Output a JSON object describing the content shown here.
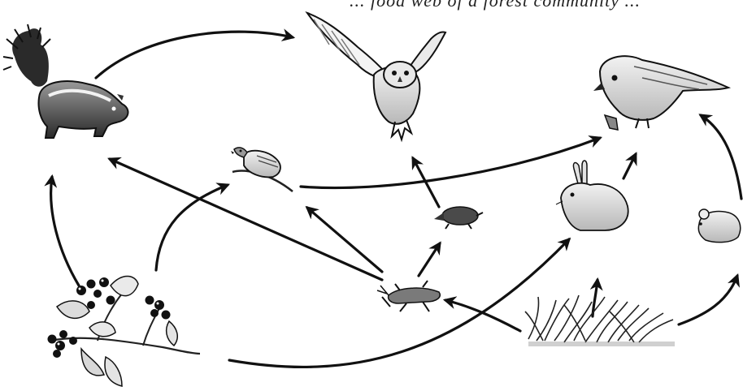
{
  "diagram": {
    "type": "food-web",
    "header_fragment": "... food web of a forest community ...",
    "organisms": [
      {
        "id": "skunk",
        "icon": "skunk-icon"
      },
      {
        "id": "owl",
        "icon": "owl-icon"
      },
      {
        "id": "hawk",
        "icon": "hawk-icon"
      },
      {
        "id": "sparrow",
        "icon": "sparrow-icon"
      },
      {
        "id": "mole",
        "icon": "mole-icon"
      },
      {
        "id": "rabbit",
        "icon": "rabbit-icon"
      },
      {
        "id": "mouse",
        "icon": "mouse-icon"
      },
      {
        "id": "grasshopper",
        "icon": "grasshopper-icon"
      },
      {
        "id": "berry_plant",
        "icon": "berry-branch-icon"
      },
      {
        "id": "grass",
        "icon": "grass-icon"
      }
    ],
    "energy_flow": [
      {
        "from": "skunk",
        "to": "owl"
      },
      {
        "from": "berry_plant",
        "to": "skunk"
      },
      {
        "from": "berry_plant",
        "to": "sparrow"
      },
      {
        "from": "berry_plant",
        "to": "rabbit"
      },
      {
        "from": "grasshopper",
        "to": "skunk"
      },
      {
        "from": "grasshopper",
        "to": "sparrow"
      },
      {
        "from": "grasshopper",
        "to": "mole"
      },
      {
        "from": "mole",
        "to": "owl"
      },
      {
        "from": "sparrow",
        "to": "hawk"
      },
      {
        "from": "rabbit",
        "to": "hawk"
      },
      {
        "from": "grass",
        "to": "grasshopper"
      },
      {
        "from": "grass",
        "to": "rabbit"
      },
      {
        "from": "grass",
        "to": "mouse"
      },
      {
        "from": "mouse",
        "to": "hawk"
      }
    ],
    "colors": {
      "arrow": "#111111",
      "ink": "#1a1a1a",
      "shade": "#8a8a8a",
      "light": "#d4d4d4"
    }
  }
}
